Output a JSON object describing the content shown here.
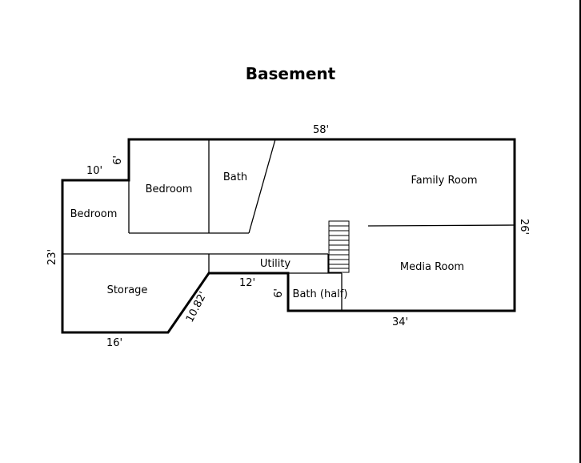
{
  "title": "Basement",
  "rooms": {
    "bedroom_upper": "Bedroom",
    "bedroom_left": "Bedroom",
    "bath": "Bath",
    "family_room": "Family Room",
    "media_room": "Media Room",
    "utility": "Utility",
    "storage": "Storage",
    "bath_half": "Bath (half)"
  },
  "dimensions": {
    "top": "58'",
    "right": "26'",
    "left": "23'",
    "upper_left_width": "10'",
    "upper_left_height": "6'",
    "bottom_left": "16'",
    "diagonal": "10.82'",
    "step_top": "12'",
    "step_height": "6'",
    "bottom_right": "34'"
  },
  "colors": {
    "line": "#000000",
    "background": "#ffffff"
  }
}
